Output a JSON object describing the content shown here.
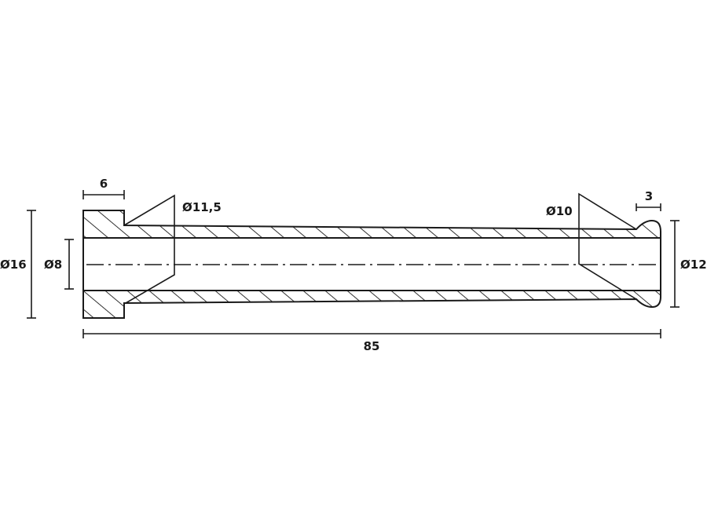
{
  "drawing": {
    "title": "Cable grommet sleeve technical drawing",
    "dimensions": {
      "flange_length": "6",
      "flange_diameter": "Ø16",
      "bore_diameter": "Ø8",
      "cone_left_diameter": "Ø11,5",
      "cone_right_diameter": "Ø10",
      "end_bead_length": "3",
      "end_diameter": "Ø12",
      "total_length": "85"
    },
    "line_color": "#1a1a1a"
  }
}
